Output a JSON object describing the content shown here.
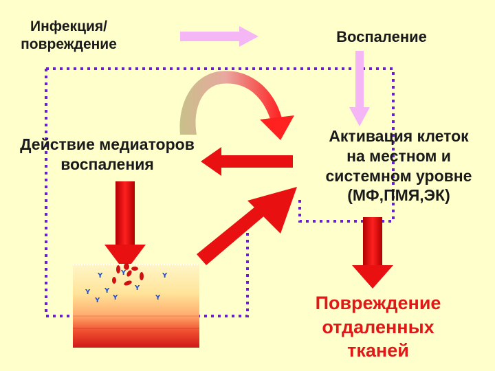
{
  "nodes": {
    "infection": {
      "lines": [
        "Инфекция/",
        "повреждение"
      ]
    },
    "inflammation": {
      "lines": [
        "Воспаление"
      ]
    },
    "mediators": {
      "lines": [
        "Действие медиаторов",
        "воспаления"
      ]
    },
    "activation": {
      "lines": [
        "Активация клеток",
        "на местном и",
        "системном уровне",
        "(МФ,ПМЯ,ЭК)"
      ]
    },
    "distant_damage": {
      "lines": [
        "Повреждение",
        "отдаленных",
        "тканей"
      ]
    }
  },
  "colors": {
    "background": "#ffffcc",
    "red_arrow": "#e81010",
    "pink_arrow": "#f4b6f4",
    "dotted_border": "#6a1fd0",
    "distant_damage_text": "#e01818"
  }
}
